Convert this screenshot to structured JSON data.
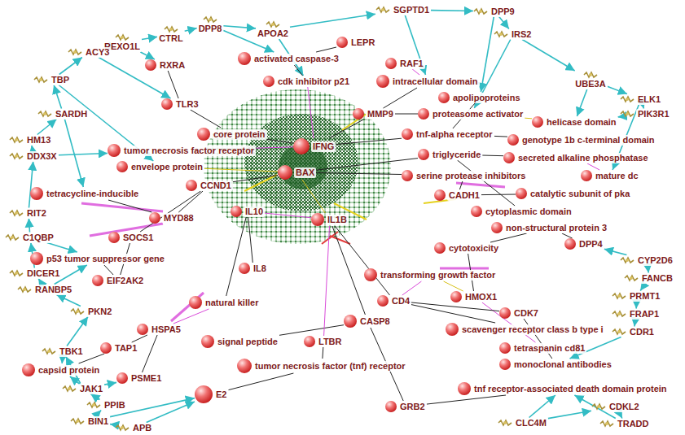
{
  "diagram": {
    "nodes": [
      {
        "text": [
          "DPP8"
        ]
      },
      {
        "text": [
          "APOA2"
        ]
      },
      {
        "text": [
          "SGPTD1"
        ]
      },
      {
        "text": [
          "DPP9"
        ]
      },
      {
        "text": [
          "CTRL"
        ]
      },
      {
        "text": [
          "REXO1L"
        ]
      },
      {
        "text": [
          "ACY3"
        ]
      },
      {
        "text": [
          "TBP"
        ]
      },
      {
        "text": [
          "IRS2"
        ]
      },
      {
        "text": [
          "UBE3A"
        ]
      },
      {
        "text": [
          "ELK1"
        ]
      },
      {
        "text": [
          "PIK3R1"
        ]
      },
      {
        "text": [
          "SARDH"
        ]
      },
      {
        "text": [
          "HM13"
        ]
      },
      {
        "text": [
          "DDX3X"
        ]
      },
      {
        "text": [
          "RIT2"
        ]
      },
      {
        "text": [
          "C1QBP"
        ]
      },
      {
        "text": [
          "DICER1"
        ]
      },
      {
        "text": [
          "RANBP5"
        ]
      },
      {
        "text": [
          "PKN2"
        ]
      },
      {
        "text": [
          "TBK1"
        ]
      },
      {
        "text": [
          "JAK1"
        ]
      },
      {
        "text": [
          "PPIB"
        ]
      },
      {
        "text": [
          "BIN1"
        ]
      },
      {
        "text": [
          "APB"
        ]
      },
      {
        "text": [
          "CYP2D6"
        ]
      },
      {
        "text": [
          "FANCB"
        ]
      },
      {
        "text": [
          "PRMT1"
        ]
      },
      {
        "text": [
          "FRAP1"
        ]
      },
      {
        "text": [
          "CDR1"
        ]
      },
      {
        "text": [
          "CDKL2"
        ]
      },
      {
        "text": [
          "TRADD"
        ]
      },
      {
        "text": [
          "CLC4M"
        ]
      },
      {
        "text": [
          "tumor necrosis factor receptor"
        ]
      },
      {
        "text": [
          "envelope protein"
        ]
      },
      {
        "text": [
          "tetracycline-inducible"
        ]
      },
      {
        "text": [
          "p53 tumor suppressor gene"
        ]
      },
      {
        "text": [
          "capsid protein"
        ]
      },
      {
        "text": [
          "PSME1"
        ]
      },
      {
        "text": [
          "HSPA5"
        ]
      },
      {
        "text": [
          "natural killer"
        ]
      },
      {
        "text": [
          "signal peptide"
        ]
      },
      {
        "text": [
          "tumor necrosis factor (tnf) receptor"
        ]
      },
      {
        "text": [
          "tnf receptor-associated death domain protein"
        ]
      },
      {
        "text": [
          "scavenger receptor class b type i"
        ]
      },
      {
        "text": [
          "tetraspanin cd81"
        ]
      },
      {
        "text": [
          "monoclonal antibodies"
        ]
      },
      {
        "text": [
          "DPP4"
        ]
      },
      {
        "text": [
          "non-structural protein 3"
        ]
      },
      {
        "text": [
          "cytoplasmic domain"
        ]
      },
      {
        "text": [
          "CADH1"
        ]
      },
      {
        "text": [
          "transforming growth factor"
        ]
      },
      {
        "text": [
          "cytotoxicity"
        ]
      },
      {
        "text": [
          "secreted alkaline phosphatase"
        ]
      },
      {
        "text": [
          "catalytic subunit of pka"
        ]
      },
      {
        "text": [
          "genotype 1b c-terminal domain"
        ]
      },
      {
        "text": [
          "helicase domain"
        ]
      },
      {
        "text": [
          "mature dc"
        ]
      },
      {
        "text": [
          "serine protease inhibitors"
        ]
      },
      {
        "text": [
          "intracellular domain"
        ]
      },
      {
        "text": [
          "apolipoproteins"
        ]
      },
      {
        "text": [
          "proteasome activator"
        ]
      },
      {
        "text": [
          "activated caspase-3"
        ]
      },
      {
        "text": [
          "cdk inhibitor p21"
        ]
      },
      {
        "text": [
          "tnf-alpha receptor"
        ]
      },
      {
        "text": [
          "triglyceride"
        ]
      },
      {
        "text": [
          "core protein"
        ]
      },
      {
        "text": [
          "IFNG"
        ]
      },
      {
        "text": [
          "BAX"
        ]
      },
      {
        "text": [
          "IL1B"
        ]
      },
      {
        "text": [
          "CCND1"
        ]
      },
      {
        "text": [
          "IL10"
        ]
      },
      {
        "text": [
          "MYD88"
        ]
      },
      {
        "text": [
          "TLR3"
        ]
      },
      {
        "text": [
          "SOCS1"
        ]
      },
      {
        "text": [
          "EIF2AK2"
        ]
      },
      {
        "text": [
          "TAP1"
        ]
      },
      {
        "text": [
          "LTBR"
        ]
      },
      {
        "text": [
          "CASP8"
        ]
      },
      {
        "text": [
          "CD4"
        ]
      },
      {
        "text": [
          "HMOX1"
        ]
      },
      {
        "text": [
          "CDK7"
        ]
      },
      {
        "text": [
          "GRB2"
        ]
      },
      {
        "text": [
          "RAF1"
        ]
      },
      {
        "text": [
          "RXRA"
        ]
      },
      {
        "text": [
          "LEPR"
        ]
      },
      {
        "text": [
          "E2"
        ]
      },
      {
        "text": [
          "IL8"
        ]
      },
      {
        "text": [
          "MMP9"
        ]
      }
    ],
    "edges": [
      {
        "from": 0,
        "to": 1,
        "arrow": "to"
      },
      {
        "from": 4,
        "to": 0,
        "arrow": "to"
      },
      {
        "from": 5,
        "to": 4,
        "arrow": "to"
      },
      {
        "from": 6,
        "to": 5,
        "arrow": "to"
      },
      {
        "from": 7,
        "to": 6,
        "arrow": "to"
      },
      {
        "from": 12,
        "to": 7,
        "arrow": "to"
      },
      {
        "from": 13,
        "to": 12,
        "arrow": "to"
      },
      {
        "from": 14,
        "to": 13,
        "arrow": "to"
      },
      {
        "from": 15,
        "to": 14,
        "arrow": "to"
      },
      {
        "from": 16,
        "to": 15,
        "arrow": "to"
      },
      {
        "from": 17,
        "to": 16,
        "arrow": "to"
      },
      {
        "from": 18,
        "to": 17,
        "arrow": "to"
      },
      {
        "from": 19,
        "to": 18,
        "arrow": "to"
      },
      {
        "from": 20,
        "to": 19,
        "arrow": "to"
      },
      {
        "from": 21,
        "to": 20,
        "arrow": "to"
      },
      {
        "from": 22,
        "to": 21,
        "arrow": "to"
      },
      {
        "from": 23,
        "to": 22,
        "arrow": "to"
      },
      {
        "from": 24,
        "to": 23,
        "arrow": "to"
      },
      {
        "from": 1,
        "to": 2,
        "arrow": "to"
      },
      {
        "from": 2,
        "to": 3,
        "arrow": "to"
      },
      {
        "from": 3,
        "to": 8,
        "arrow": "to"
      },
      {
        "from": 8,
        "to": 9,
        "arrow": "to"
      },
      {
        "from": 9,
        "to": 10,
        "arrow": "to"
      },
      {
        "from": 10,
        "to": 11,
        "arrow": "to"
      },
      {
        "from": 25,
        "to": 26,
        "arrow": "to"
      },
      {
        "from": 26,
        "to": 27,
        "arrow": "to"
      },
      {
        "from": 27,
        "to": 28,
        "arrow": "to"
      },
      {
        "from": 28,
        "to": 29,
        "arrow": "to"
      },
      {
        "from": 30,
        "to": 31,
        "arrow": "to"
      },
      {
        "from": 32,
        "to": 30,
        "arrow": "to"
      },
      {
        "from": 11,
        "to": 56,
        "arrow": "to"
      },
      {
        "from": 25,
        "to": 47,
        "arrow": "to"
      },
      {
        "from": 29,
        "to": 46,
        "arrow": "to"
      },
      {
        "from": 31,
        "to": 43,
        "arrow": "to"
      },
      {
        "from": 32,
        "to": 43,
        "arrow": "to"
      },
      {
        "from": 12,
        "to": 35,
        "arrow": "to"
      },
      {
        "from": 14,
        "to": 33,
        "arrow": "to"
      },
      {
        "from": 16,
        "to": 36,
        "arrow": "to"
      },
      {
        "from": 18,
        "to": 36,
        "arrow": "to"
      },
      {
        "from": 20,
        "to": 37,
        "arrow": "to"
      },
      {
        "from": 21,
        "to": 38,
        "arrow": "to"
      },
      {
        "from": 22,
        "to": 37,
        "arrow": "to"
      },
      {
        "from": 23,
        "to": 86,
        "arrow": "to"
      },
      {
        "from": 24,
        "to": 86,
        "arrow": "to"
      },
      {
        "from": 2,
        "to": 59,
        "arrow": "to"
      },
      {
        "from": 3,
        "to": 60,
        "arrow": "to"
      },
      {
        "from": 8,
        "to": 61,
        "arrow": "to"
      },
      {
        "from": 9,
        "to": 56,
        "arrow": "to"
      },
      {
        "from": 10,
        "to": 57,
        "arrow": "to"
      },
      {
        "from": 0,
        "to": 62,
        "arrow": "to"
      },
      {
        "from": 1,
        "to": 63,
        "arrow": "to"
      },
      {
        "from": 5,
        "to": 84,
        "arrow": "to"
      },
      {
        "from": 6,
        "to": 73,
        "arrow": "to"
      },
      {
        "from": 7,
        "to": 34,
        "arrow": "to"
      },
      {
        "from": 33,
        "to": 67,
        "arrow": "none"
      },
      {
        "from": 34,
        "to": 68,
        "arrow": "none"
      },
      {
        "from": 35,
        "to": 72,
        "arrow": "none"
      },
      {
        "from": 36,
        "to": 75,
        "arrow": "none"
      },
      {
        "from": 37,
        "to": 76,
        "arrow": "none"
      },
      {
        "from": 38,
        "to": 39,
        "arrow": "none"
      },
      {
        "from": 39,
        "to": 40,
        "arrow": "none"
      },
      {
        "from": 40,
        "to": 71,
        "arrow": "none"
      },
      {
        "from": 41,
        "to": 78,
        "arrow": "none"
      },
      {
        "from": 42,
        "to": 77,
        "arrow": "none"
      },
      {
        "from": 43,
        "to": 82,
        "arrow": "none"
      },
      {
        "from": 44,
        "to": 79,
        "arrow": "none"
      },
      {
        "from": 45,
        "to": 80,
        "arrow": "none"
      },
      {
        "from": 46,
        "to": 81,
        "arrow": "none"
      },
      {
        "from": 47,
        "to": 48,
        "arrow": "none"
      },
      {
        "from": 48,
        "to": 52,
        "arrow": "none"
      },
      {
        "from": 49,
        "to": 65,
        "arrow": "none"
      },
      {
        "from": 50,
        "to": 58,
        "arrow": "none"
      },
      {
        "from": 51,
        "to": 79,
        "arrow": "none"
      },
      {
        "from": 52,
        "to": 80,
        "arrow": "none"
      },
      {
        "from": 53,
        "to": 65,
        "arrow": "none"
      },
      {
        "from": 54,
        "to": 50,
        "arrow": "none"
      },
      {
        "from": 55,
        "to": 64,
        "arrow": "none"
      },
      {
        "from": 56,
        "to": 61,
        "arrow": "none"
      },
      {
        "from": 57,
        "to": 53,
        "arrow": "none"
      },
      {
        "from": 58,
        "to": 68,
        "arrow": "none"
      },
      {
        "from": 59,
        "to": 88,
        "arrow": "none"
      },
      {
        "from": 60,
        "to": 64,
        "arrow": "none"
      },
      {
        "from": 61,
        "to": 88,
        "arrow": "none"
      },
      {
        "from": 62,
        "to": 63,
        "arrow": "none"
      },
      {
        "from": 63,
        "to": 67,
        "arrow": "none"
      },
      {
        "from": 64,
        "to": 67,
        "arrow": "none"
      },
      {
        "from": 65,
        "to": 68,
        "arrow": "none"
      },
      {
        "from": 66,
        "to": 67,
        "arrow": "none"
      },
      {
        "from": 69,
        "to": 68,
        "arrow": "none"
      },
      {
        "from": 70,
        "to": 68,
        "arrow": "none"
      },
      {
        "from": 71,
        "to": 69,
        "arrow": "none"
      },
      {
        "from": 72,
        "to": 70,
        "arrow": "none"
      },
      {
        "from": 73,
        "to": 66,
        "arrow": "none"
      },
      {
        "from": 74,
        "to": 70,
        "arrow": "none"
      },
      {
        "from": 75,
        "to": 74,
        "arrow": "none"
      },
      {
        "from": 76,
        "to": 39,
        "arrow": "none"
      },
      {
        "from": 77,
        "to": 69,
        "arrow": "none"
      },
      {
        "from": 78,
        "to": 69,
        "arrow": "none"
      },
      {
        "from": 79,
        "to": 69,
        "arrow": "none"
      },
      {
        "from": 80,
        "to": 51,
        "arrow": "none"
      },
      {
        "from": 81,
        "to": 79,
        "arrow": "none"
      },
      {
        "from": 82,
        "to": 78,
        "arrow": "none"
      },
      {
        "from": 83,
        "to": 59,
        "arrow": "none"
      },
      {
        "from": 84,
        "to": 73,
        "arrow": "none"
      },
      {
        "from": 85,
        "to": 62,
        "arrow": "none"
      },
      {
        "from": 86,
        "to": 42,
        "arrow": "none"
      },
      {
        "from": 87,
        "to": 71,
        "arrow": "none"
      },
      {
        "from": 88,
        "to": 67,
        "arrow": "none"
      }
    ]
  }
}
